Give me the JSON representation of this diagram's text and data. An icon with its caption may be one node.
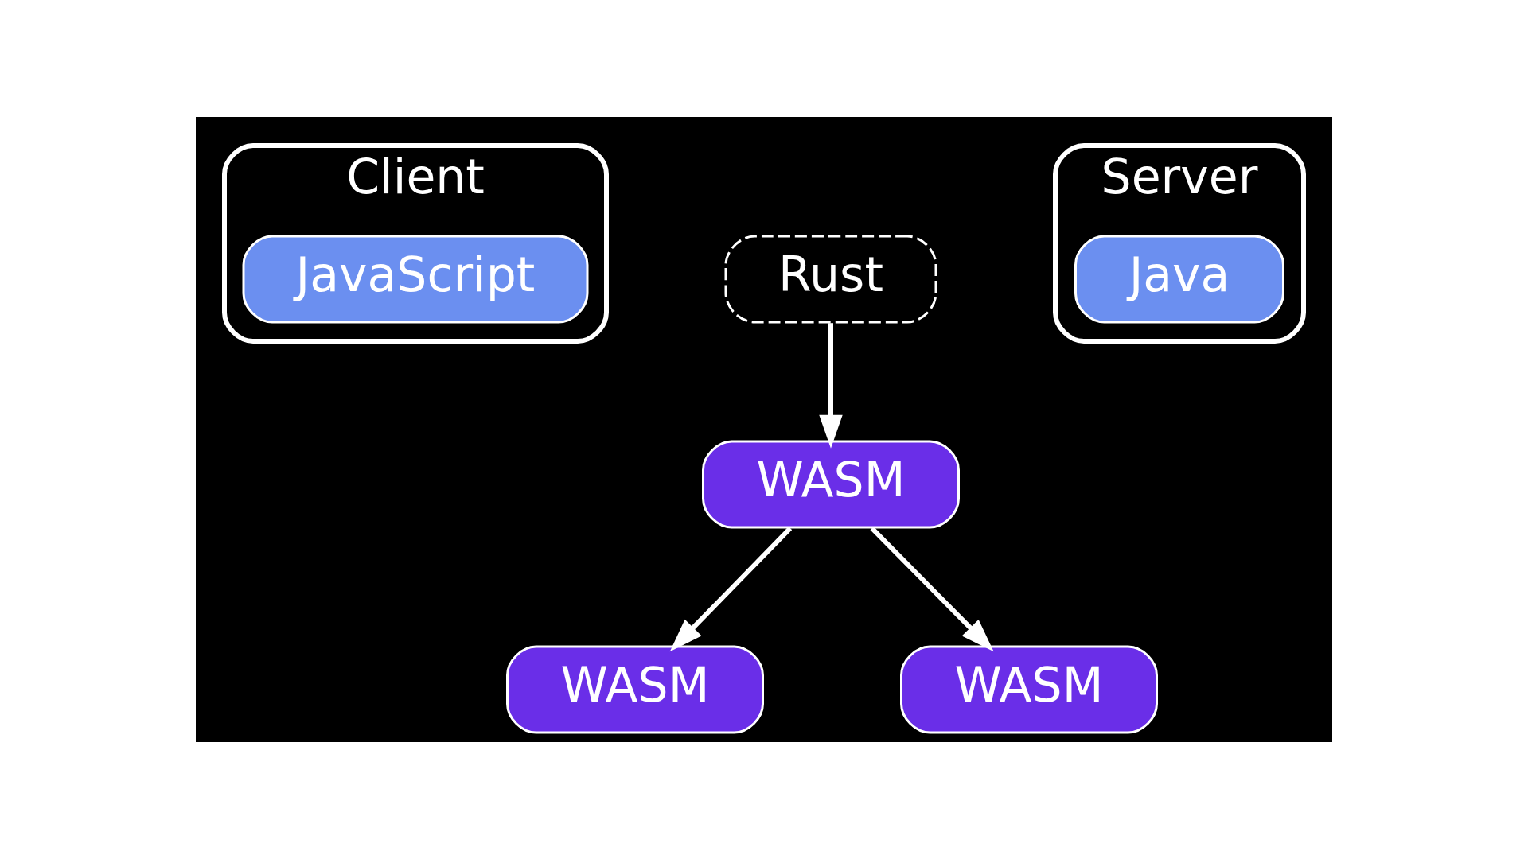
{
  "diagram": {
    "nodes": [
      {
        "text": [
          "Client"
        ]
      },
      {
        "text": [
          "JavaScript"
        ],
        "in": 0
      },
      {
        "text": [
          "WASM"
        ]
      },
      {
        "text": [
          "Rust"
        ]
      },
      {
        "text": [
          "WASM"
        ]
      },
      {
        "text": [
          "Server"
        ]
      },
      {
        "text": [
          "Java"
        ],
        "in": 5
      },
      {
        "text": [
          "WASM"
        ]
      }
    ],
    "edges": [
      {
        "from": 3,
        "to": 4,
        "arrow": "to"
      },
      {
        "from": 4,
        "to": 2,
        "arrow": "to"
      },
      {
        "from": 4,
        "to": 7,
        "arrow": "to"
      }
    ]
  }
}
